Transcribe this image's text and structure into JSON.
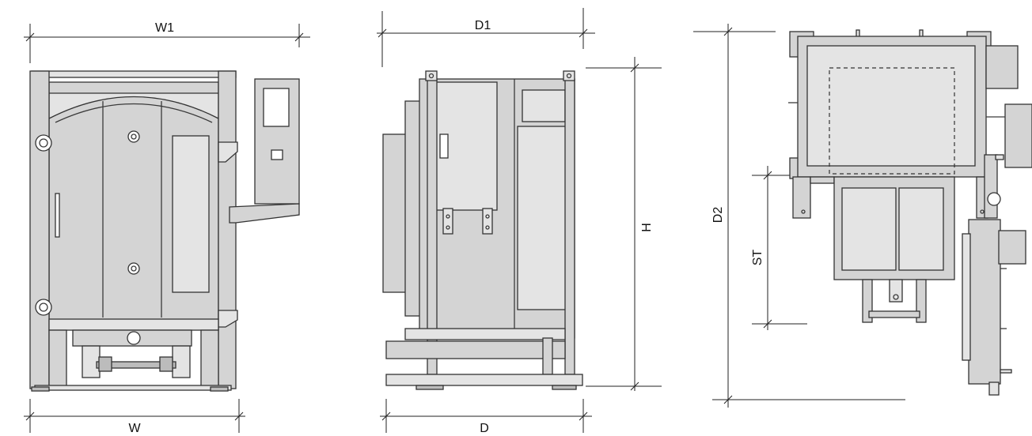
{
  "labels": {
    "w1": "W1",
    "w": "W",
    "d1": "D1",
    "d": "D",
    "h": "H",
    "d2": "D2",
    "st": "ST"
  }
}
